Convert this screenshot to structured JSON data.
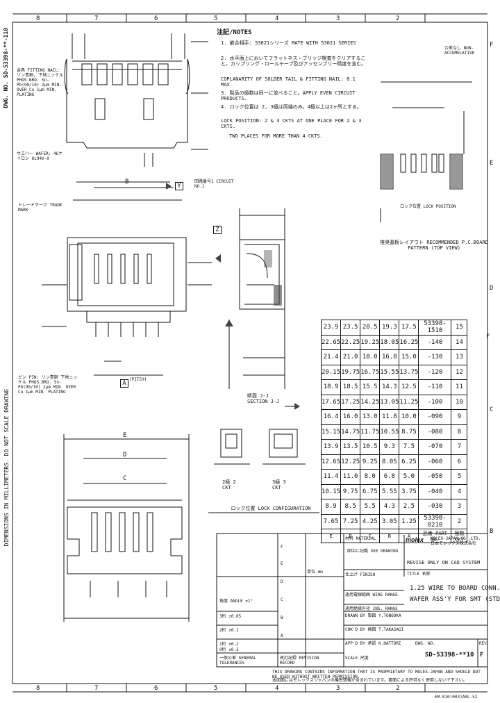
{
  "border": {
    "top_zones": [
      "8",
      "7",
      "6",
      "5",
      "4",
      "3",
      "2"
    ],
    "bottom_zones": [
      "8",
      "7",
      "6",
      "5",
      "4",
      "3",
      "2"
    ],
    "side_letters": [
      "F",
      "E",
      "D",
      "C",
      "B"
    ]
  },
  "drawing_number_vertical": "DWG. NO. SD-53398-**-110",
  "left_margin_notice": "DIMENSIONS IN MILLIMETERS. DO NOT SCALE DRAWING",
  "notes": {
    "title": "注記/NOTES",
    "lines": [
      "1. 嵌合相手: 53021シリーズ MATE WITH 53021 SERIES",
      "2. 水平面上においてフラットネス・ブリッジ検査をクリアすること。カップリング・ロールテープ及びアッセンブリー精度を含む。",
      "   COPLANARITY OF SOLDER TAIL & FITTING NAIL: 0.1 MAX",
      "3. 製品の極数は同一に並べること。APPLY EVEN CIRCUIT PRODUCTS.",
      "4. ロック位置は 2, 3極は両端のみ。4極以上は2ヶ所とする。",
      "   LOCK POSITION: 2 & 3 CKTS AT ONE PLACE FOR 2 & 3 CKTS.",
      "   TWO PLACES FOR MORE THAN 4 CKTS."
    ]
  },
  "callouts": {
    "fitting_nail": "金具 FITTING NAIL: リン青銅, 下地ニッケル PHOS.BRO. Sn-Pb(90/10) 2μm MIN. OVER Cu 1μm MIN. PLATING",
    "wafer": "ウエハー WAFER: 46ナイロン UL94V-0",
    "trade_mark": "トレードマーク TRADE MARK",
    "circuit_no": "回路番号1 CIRCUIT NO.1",
    "pin": "ピン PIN: リン青銅 下地ニッケル PHOS.BRO. Sn-Pb(90/10) 2μm MIN. OVER Cu 1μm MIN. PLATING",
    "pitch": "(PITCH)",
    "section": "断面 J-J SECTION J-J",
    "lock": "ロック位置 LOCK CONFIGURATION",
    "two_ckt": "2極 2 CKT",
    "three_ckt": "3極 3 CKT",
    "pcb_title": "推奨基板レイアウト RECOMMENDED P.C.BOARD PATTERN (TOP VIEW)",
    "pcb_tol": "公差なし NON-ACCUMULATIVE",
    "pcb_hole": "ロック位置 LOCK POSITION",
    "datums": [
      "A",
      "B",
      "C",
      "D",
      "E",
      "F",
      "Y",
      "Z"
    ]
  },
  "dim_table": {
    "headers": [
      "E",
      "D",
      "C",
      "B",
      "A",
      "品番 PART NO.",
      "極数 CKT"
    ],
    "rows": [
      [
        "23.9",
        "23.5",
        "20.5",
        "19.3",
        "17.5",
        "53398-1510",
        "15"
      ],
      [
        "22.65",
        "22.25",
        "19.25",
        "18.05",
        "16.25",
        "-140",
        "14"
      ],
      [
        "21.4",
        "21.0",
        "18.0",
        "16.8",
        "15.0",
        "-130",
        "13"
      ],
      [
        "20.15",
        "19.75",
        "16.75",
        "15.55",
        "13.75",
        "-120",
        "12"
      ],
      [
        "18.9",
        "18.5",
        "15.5",
        "14.3",
        "12.5",
        "-110",
        "11"
      ],
      [
        "17.65",
        "17.25",
        "14.25",
        "13.05",
        "11.25",
        "-100",
        "10"
      ],
      [
        "16.4",
        "16.0",
        "13.0",
        "11.8",
        "10.0",
        "-090",
        "9"
      ],
      [
        "15.15",
        "14.75",
        "11.75",
        "10.55",
        "8.75",
        "-080",
        "8"
      ],
      [
        "13.9",
        "13.5",
        "10.5",
        "9.3",
        "7.5",
        "-070",
        "7"
      ],
      [
        "12.65",
        "12.25",
        "9.25",
        "8.05",
        "6.25",
        "-060",
        "6"
      ],
      [
        "11.4",
        "11.0",
        "8.0",
        "6.8",
        "5.0",
        "-050",
        "5"
      ],
      [
        "10.15",
        "9.75",
        "6.75",
        "5.55",
        "3.75",
        "-040",
        "4"
      ],
      [
        "8.9",
        "8.5",
        "5.5",
        "4.3",
        "2.5",
        "-030",
        "3"
      ],
      [
        "7.65",
        "7.25",
        "4.25",
        "3.05",
        "1.25",
        "53398-0210",
        "2"
      ]
    ]
  },
  "title_block": {
    "material_label": "材料 MATERIAL",
    "material_value": "図中に記載 SEE DRAWING",
    "finish_label": "仕上げ FINISH",
    "wire_range_label": "適用電線範囲 WIRE RANGE",
    "ins_range_label": "適用絶縁外径 INS. RANGE",
    "company": "MOLEX-JAPAN CO.,LTD. 日本モレックス株式会社",
    "logo": "molex",
    "revise_note": "REVISE ONLY ON CAD SYSTEM",
    "title_label": "TITLE 名称",
    "title_line1": "1.25 WIRE TO BOARD CONN.",
    "title_line2": "WAFER ASS'Y FOR SMT (STD)",
    "dwg_no_label": "DWG. NO.",
    "dwg_no": "SD-53398-**10",
    "rev_label": "REV.",
    "rev": "F",
    "drawn": "DRAWN BY 製図 Y.TONOOKA",
    "checked": "CHK'D BY 検図 T.TAKASAGI",
    "approved": "APP'D BY 承認 K.HATTORI",
    "scale": "SCALE 尺度",
    "units": "単位 mm",
    "angle_tol": "角度 ANGLE ±1°",
    "tol_rows": [
      "3桁 ±0.05",
      "2桁 ±0.1",
      "1桁 ±0.2",
      "0桁 ±0.3"
    ],
    "general_tol": "一般公差 GENERAL TOLERANCES",
    "revision_record": "改訂記録 REVISION RECORD",
    "rev_letters": [
      "F",
      "E",
      "D",
      "C",
      "B",
      "A"
    ],
    "bottom_notice": "THIS DRAWING CONTAINS INFORMATION THAT IS PROPRIETARY TO MOLEX-JAPAN AND SHOULD NOT BE USED WITHOUT WRITTEN PERMISSION.",
    "bottom_notice_jp": "本図面にはモレックスジャパンの機密情報が含まれています。書面による許可なく使用しないで下さい。",
    "form_no": "EM-010(003)A0L-52"
  }
}
